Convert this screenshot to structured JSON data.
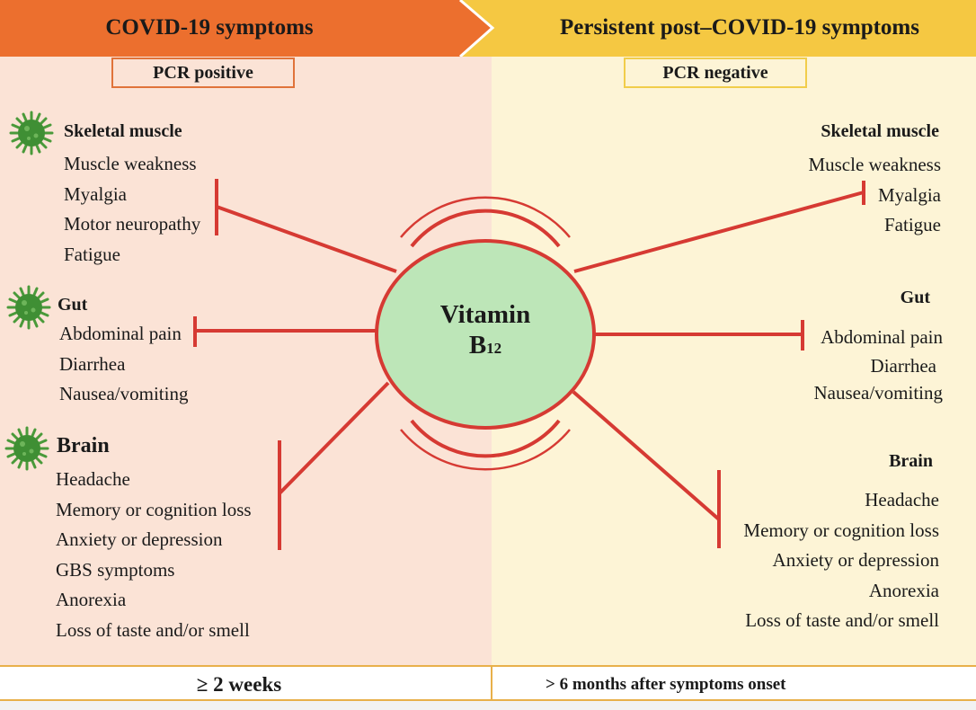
{
  "header": {
    "left_title": "COVID-19 symptoms",
    "right_title": "Persistent post–COVID-19 symptoms",
    "left_color": "#ec6f2e",
    "right_color": "#f5c842"
  },
  "left": {
    "pcr_label": "PCR positive",
    "skeletal": {
      "title": "Skeletal muscle",
      "items": [
        "Muscle weakness",
        "Myalgia",
        "Motor neuropathy",
        "Fatigue"
      ]
    },
    "gut": {
      "title": "Gut",
      "items": [
        "Abdominal pain",
        "Diarrhea",
        "Nausea/vomiting"
      ]
    },
    "brain": {
      "title": "Brain",
      "items": [
        "Headache",
        "Memory or cognition loss",
        "Anxiety or depression",
        "GBS symptoms",
        "Anorexia",
        "Loss of taste and/or smell"
      ]
    }
  },
  "right": {
    "pcr_label": "PCR negative",
    "skeletal": {
      "title": "Skeletal muscle",
      "items": [
        "Muscle weakness",
        "Myalgia",
        "Fatigue"
      ]
    },
    "gut": {
      "title": "Gut",
      "items": [
        "Abdominal pain",
        "Diarrhea",
        "Nausea/vomiting"
      ]
    },
    "brain": {
      "title": "Brain",
      "items": [
        "Headache",
        "Memory or cognition loss",
        "Anxiety or depression",
        "Anorexia",
        "Loss of taste and/or smell"
      ]
    }
  },
  "center": {
    "line1": "Vitamin",
    "b": "B",
    "sub": "12",
    "fill_color": "#bde6b8",
    "stroke_color": "#d63a33"
  },
  "footer": {
    "left": "≥ 2 weeks",
    "right": "> 6 months after symptoms onset"
  },
  "icons": [
    "virus-icon"
  ]
}
